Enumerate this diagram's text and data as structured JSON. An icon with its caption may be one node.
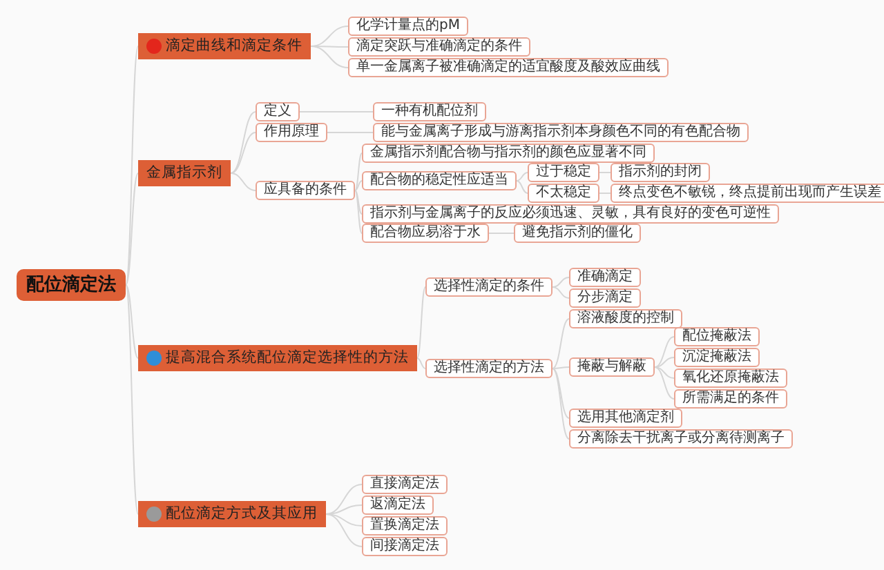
{
  "diagram": {
    "nodes": [
      {
        "text": [
          "配位滴定法"
        ]
      },
      {
        "text": [
          "滴定曲线和滴定条件"
        ]
      },
      {
        "text": [
          "金属指示剂"
        ]
      },
      {
        "text": [
          "提高混合系统配位滴定选择性的方法"
        ]
      },
      {
        "text": [
          "配位滴定方式及其应用"
        ]
      },
      {
        "text": [
          "化学计量点的pM"
        ]
      },
      {
        "text": [
          "滴定突跃与准确滴定的条件"
        ]
      },
      {
        "text": [
          "单一金属离子被准确滴定的适宜酸度及酸效应曲线"
        ]
      },
      {
        "text": [
          "定义"
        ]
      },
      {
        "text": [
          "作用原理"
        ]
      },
      {
        "text": [
          "应具备的条件"
        ]
      },
      {
        "text": [
          "一种有机配位剂"
        ]
      },
      {
        "text": [
          "能与金属离子形成与游离指示剂本身颜色不同的有色配合物"
        ]
      },
      {
        "text": [
          "金属指示剂配合物与指示剂的颜色应显著不同"
        ]
      },
      {
        "text": [
          "配合物的稳定性应适当"
        ]
      },
      {
        "text": [
          "过于稳定"
        ]
      },
      {
        "text": [
          "指示剂的封闭"
        ]
      },
      {
        "text": [
          "不太稳定"
        ]
      },
      {
        "text": [
          "终点变色不敏锐，终点提前出现而产生误差"
        ]
      },
      {
        "text": [
          "指示剂与金属离子的反应必须迅速、灵敏，具有良好的变色可逆性"
        ]
      },
      {
        "text": [
          "配合物应易溶于水"
        ]
      },
      {
        "text": [
          "避免指示剂的僵化"
        ]
      },
      {
        "text": [
          "选择性滴定的条件"
        ]
      },
      {
        "text": [
          "选择性滴定的方法"
        ]
      },
      {
        "text": [
          "准确滴定"
        ]
      },
      {
        "text": [
          "分步滴定"
        ]
      },
      {
        "text": [
          "溶液酸度的控制"
        ]
      },
      {
        "text": [
          "掩蔽与解蔽"
        ]
      },
      {
        "text": [
          "配位掩蔽法"
        ]
      },
      {
        "text": [
          "沉淀掩蔽法"
        ]
      },
      {
        "text": [
          "氧化还原掩蔽法"
        ]
      },
      {
        "text": [
          "所需满足的条件"
        ]
      },
      {
        "text": [
          "选用其他滴定剂"
        ]
      },
      {
        "text": [
          "分离除去干扰离子或分离待测离子"
        ]
      },
      {
        "text": [
          "直接滴定法"
        ]
      },
      {
        "text": [
          "返滴定法"
        ]
      },
      {
        "text": [
          "置换滴定法"
        ]
      },
      {
        "text": [
          "间接滴定法"
        ]
      }
    ],
    "edges": [
      {
        "from": 0,
        "to": 1,
        "arrow": "none"
      },
      {
        "from": 0,
        "to": 2,
        "arrow": "none"
      },
      {
        "from": 0,
        "to": 3,
        "arrow": "none"
      },
      {
        "from": 0,
        "to": 4,
        "arrow": "none"
      },
      {
        "from": 1,
        "to": 5,
        "arrow": "none"
      },
      {
        "from": 1,
        "to": 6,
        "arrow": "none"
      },
      {
        "from": 1,
        "to": 7,
        "arrow": "none"
      },
      {
        "from": 2,
        "to": 8,
        "arrow": "none"
      },
      {
        "from": 2,
        "to": 9,
        "arrow": "none"
      },
      {
        "from": 2,
        "to": 10,
        "arrow": "none"
      },
      {
        "from": 8,
        "to": 11,
        "arrow": "none"
      },
      {
        "from": 9,
        "to": 12,
        "arrow": "none"
      },
      {
        "from": 10,
        "to": 13,
        "arrow": "none"
      },
      {
        "from": 10,
        "to": 14,
        "arrow": "none"
      },
      {
        "from": 14,
        "to": 15,
        "arrow": "none"
      },
      {
        "from": 15,
        "to": 16,
        "arrow": "none"
      },
      {
        "from": 14,
        "to": 17,
        "arrow": "none"
      },
      {
        "from": 17,
        "to": 18,
        "arrow": "none"
      },
      {
        "from": 10,
        "to": 19,
        "arrow": "none"
      },
      {
        "from": 10,
        "to": 20,
        "arrow": "none"
      },
      {
        "from": 20,
        "to": 21,
        "arrow": "none"
      },
      {
        "from": 3,
        "to": 22,
        "arrow": "none"
      },
      {
        "from": 3,
        "to": 23,
        "arrow": "none"
      },
      {
        "from": 22,
        "to": 24,
        "arrow": "none"
      },
      {
        "from": 22,
        "to": 25,
        "arrow": "none"
      },
      {
        "from": 23,
        "to": 26,
        "arrow": "none"
      },
      {
        "from": 23,
        "to": 27,
        "arrow": "none"
      },
      {
        "from": 27,
        "to": 28,
        "arrow": "none"
      },
      {
        "from": 27,
        "to": 29,
        "arrow": "none"
      },
      {
        "from": 27,
        "to": 30,
        "arrow": "none"
      },
      {
        "from": 27,
        "to": 31,
        "arrow": "none"
      },
      {
        "from": 23,
        "to": 32,
        "arrow": "none"
      },
      {
        "from": 23,
        "to": 33,
        "arrow": "none"
      },
      {
        "from": 4,
        "to": 34,
        "arrow": "none"
      },
      {
        "from": 4,
        "to": 35,
        "arrow": "none"
      },
      {
        "from": 4,
        "to": 36,
        "arrow": "none"
      },
      {
        "from": 4,
        "to": 37,
        "arrow": "none"
      }
    ]
  }
}
